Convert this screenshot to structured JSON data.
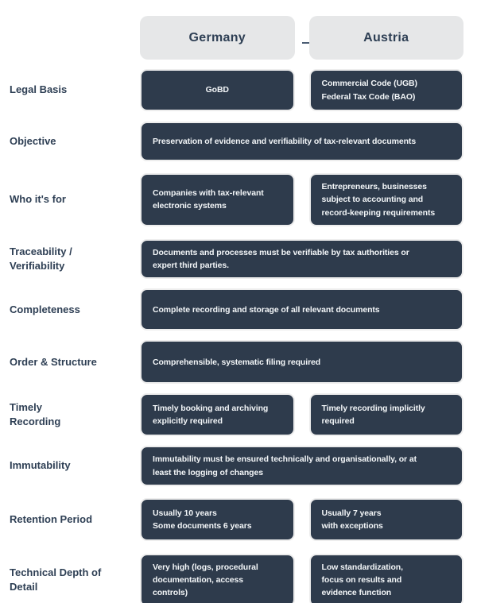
{
  "colors": {
    "page_background": "#ffffff",
    "navy_text": "#2e3f54",
    "box_fill": "#2e3b4c",
    "box_border": "#ededed",
    "box_text": "#f3f6f8",
    "header_pill_fill": "#e6e7e8",
    "dash": "#4b5d73"
  },
  "header": {
    "columns": [
      {
        "label": "Germany"
      },
      {
        "label": "Austria"
      }
    ],
    "dash_connector": "-"
  },
  "rows": [
    {
      "label": "Legal Basis",
      "span": false,
      "cells": [
        {
          "text": "GoBD",
          "center": true
        },
        {
          "text": "Commercial Code (UGB)\nFederal Tax Code (BAO)"
        }
      ]
    },
    {
      "label": "Objective",
      "span": true,
      "cells": [
        {
          "text": "Preservation of evidence and verifiability of tax-relevant documents"
        }
      ]
    },
    {
      "label": "Who it's for",
      "span": false,
      "cells": [
        {
          "text": "Companies with tax-relevant\nelectronic systems"
        },
        {
          "text": "Entrepreneurs, businesses\nsubject to accounting and\nrecord-keeping requirements"
        }
      ]
    },
    {
      "label": "Traceability /\nVerifiability",
      "span": true,
      "cells": [
        {
          "text": "Documents and processes must be verifiable by tax authorities or\nexpert third parties."
        }
      ]
    },
    {
      "label": "Completeness",
      "span": true,
      "cells": [
        {
          "text": "Complete recording and storage of all relevant documents"
        }
      ]
    },
    {
      "label": "Order & Structure",
      "span": true,
      "cells": [
        {
          "text": "Comprehensible, systematic filing required"
        }
      ]
    },
    {
      "label": "Timely\nRecording",
      "span": false,
      "cells": [
        {
          "text": "Timely booking and archiving\nexplicitly required"
        },
        {
          "text": "Timely recording implicitly\nrequired"
        }
      ]
    },
    {
      "label": "Immutability",
      "span": true,
      "cells": [
        {
          "text": "Immutability must be ensured technically and organisationally, or at\nleast the logging of changes"
        }
      ]
    },
    {
      "label": "Retention Period",
      "span": false,
      "cells": [
        {
          "text": "Usually 10 years\nSome documents 6 years"
        },
        {
          "text": "Usually 7 years\nwith exceptions"
        }
      ]
    },
    {
      "label": "Technical Depth of\nDetail",
      "span": false,
      "cells": [
        {
          "text": "Very high (logs, procedural\ndocumentation, access\ncontrols)"
        },
        {
          "text": "Low standardization,\nfocus on results and\nevidence function"
        }
      ]
    }
  ]
}
